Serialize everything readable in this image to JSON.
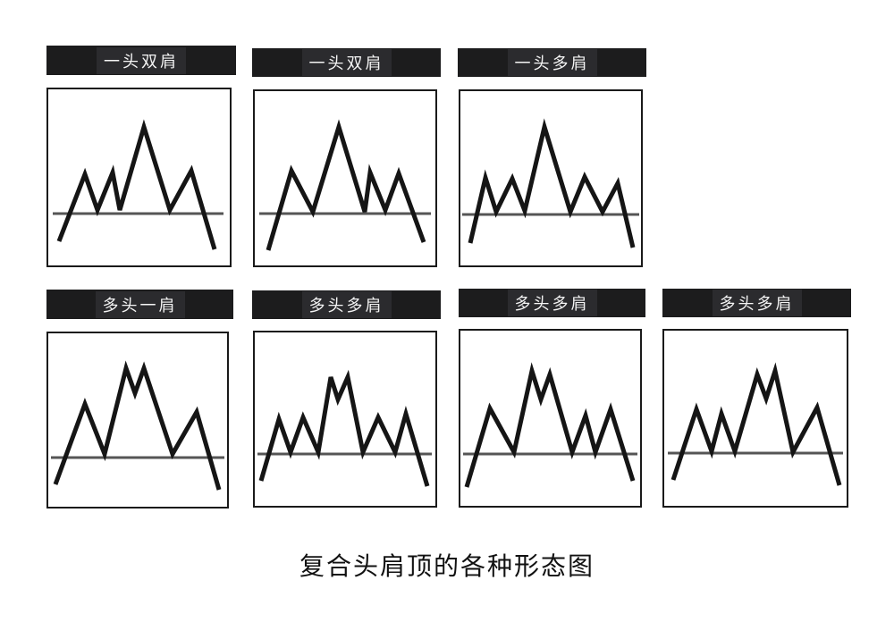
{
  "title": "复合头肩顶的各种形态图",
  "colors": {
    "label_bg": "#1c1c1d",
    "label_text": "#f4f4f4",
    "price_line": "#151515",
    "neckline": "#555555",
    "border": "#1a1a1a"
  },
  "panels": [
    {
      "label": "一头双肩",
      "label_box": [
        52,
        51,
        212,
        33
      ],
      "frame": [
        52,
        98,
        207,
        201
      ],
      "neckline": [
        [
          59,
          239
        ],
        [
          250,
          239
        ]
      ],
      "points": [
        [
          66,
          270
        ],
        [
          95,
          195
        ],
        [
          109,
          235
        ],
        [
          126,
          193
        ],
        [
          134,
          235
        ],
        [
          161,
          142
        ],
        [
          190,
          235
        ],
        [
          214,
          191
        ],
        [
          240,
          279
        ]
      ]
    },
    {
      "label": "一头双肩",
      "label_box": [
        282,
        54,
        211,
        32
      ],
      "frame": [
        283,
        100,
        206,
        199
      ],
      "neckline": [
        [
          290,
          239
        ],
        [
          482,
          239
        ]
      ],
      "points": [
        [
          300,
          280
        ],
        [
          326,
          191
        ],
        [
          350,
          237
        ],
        [
          379,
          142
        ],
        [
          408,
          237
        ],
        [
          414,
          193
        ],
        [
          431,
          235
        ],
        [
          446,
          194
        ],
        [
          474,
          271
        ]
      ]
    },
    {
      "label": "一头多肩",
      "label_box": [
        512,
        54,
        211,
        32
      ],
      "frame": [
        513,
        100,
        206,
        199
      ],
      "neckline": [
        [
          517,
          240
        ],
        [
          715,
          240
        ]
      ],
      "points": [
        [
          526,
          272
        ],
        [
          543,
          199
        ],
        [
          555,
          237
        ],
        [
          573,
          200
        ],
        [
          587,
          236
        ],
        [
          609,
          142
        ],
        [
          638,
          237
        ],
        [
          654,
          198
        ],
        [
          674,
          237
        ],
        [
          691,
          205
        ],
        [
          708,
          277
        ]
      ]
    },
    {
      "label": "多头一肩",
      "label_box": [
        52,
        324,
        209,
        33
      ],
      "frame": [
        52,
        371,
        204,
        198
      ],
      "neckline": [
        [
          57,
          512
        ],
        [
          251,
          512
        ]
      ],
      "points": [
        [
          62,
          542
        ],
        [
          95,
          452
        ],
        [
          117,
          508
        ],
        [
          141,
          412
        ],
        [
          151,
          440
        ],
        [
          161,
          412
        ],
        [
          193,
          508
        ],
        [
          220,
          461
        ],
        [
          245,
          548
        ]
      ]
    },
    {
      "label": "多头多肩",
      "label_box": [
        282,
        325,
        211,
        32
      ],
      "frame": [
        283,
        370,
        206,
        198
      ],
      "neckline": [
        [
          288,
          508
        ],
        [
          483,
          508
        ]
      ],
      "points": [
        [
          292,
          538
        ],
        [
          312,
          469
        ],
        [
          325,
          506
        ],
        [
          339,
          467
        ],
        [
          356,
          506
        ],
        [
          370,
          422
        ],
        [
          378,
          447
        ],
        [
          389,
          422
        ],
        [
          406,
          506
        ],
        [
          423,
          467
        ],
        [
          442,
          506
        ],
        [
          454,
          463
        ],
        [
          478,
          544
        ]
      ]
    },
    {
      "label": "多头多肩",
      "label_box": [
        513,
        323,
        209,
        32
      ],
      "frame": [
        513,
        368,
        205,
        200
      ],
      "neckline": [
        [
          518,
          508
        ],
        [
          713,
          508
        ]
      ],
      "points": [
        [
          522,
          545
        ],
        [
          548,
          457
        ],
        [
          575,
          506
        ],
        [
          595,
          415
        ],
        [
          605,
          447
        ],
        [
          615,
          419
        ],
        [
          640,
          506
        ],
        [
          655,
          465
        ],
        [
          666,
          506
        ],
        [
          683,
          458
        ],
        [
          708,
          538
        ]
      ]
    },
    {
      "label": "多头多肩",
      "label_box": [
        741,
        323,
        211,
        32
      ],
      "frame": [
        741,
        368,
        208,
        200
      ],
      "neckline": [
        [
          747,
          507
        ],
        [
          943,
          507
        ]
      ],
      "points": [
        [
          753,
          537
        ],
        [
          779,
          458
        ],
        [
          796,
          505
        ],
        [
          807,
          463
        ],
        [
          822,
          505
        ],
        [
          847,
          419
        ],
        [
          857,
          446
        ],
        [
          867,
          415
        ],
        [
          887,
          506
        ],
        [
          914,
          456
        ],
        [
          939,
          543
        ]
      ]
    }
  ]
}
